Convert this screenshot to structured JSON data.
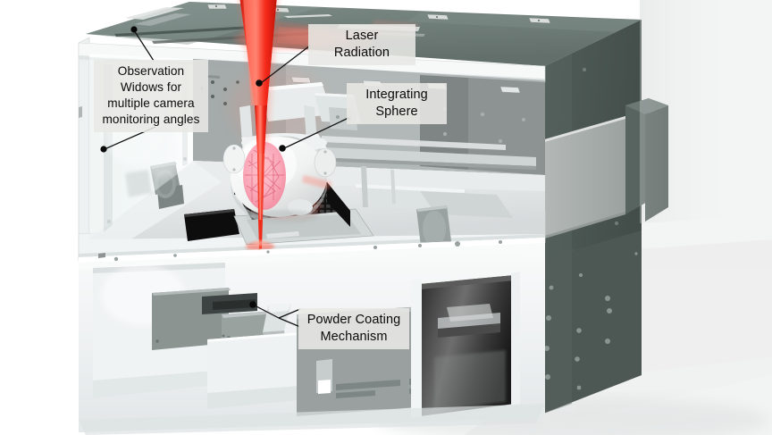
{
  "figure": {
    "kind": "cad-rendering",
    "subject": "Laser powder bed fusion additive manufacturing machine cutaway",
    "view": "isometric cutaway"
  },
  "annotations": [
    {
      "id": "observation-windows",
      "label": "Observation\nWidows for\nmultiple  camera\nmonitoring  angles",
      "dot_top": "150,33",
      "dot_bottom": "116,167"
    },
    {
      "id": "laser-radiation",
      "label": "Laser Radiation",
      "dot": "290,93"
    },
    {
      "id": "integrating-sphere",
      "label": "Integrating\nSphere",
      "dot": "316,166"
    },
    {
      "id": "powder-coating-mechanism",
      "label": "Powder Coating\nMechanism",
      "dot": "283,341"
    }
  ],
  "colors": {
    "background": "#ffffff",
    "top_panel": "#6d7c78",
    "side_panel_dark": "#4a5551",
    "side_panel_mid": "#5b6763",
    "frame_white": "#f2f3f3",
    "frame_shadow": "#d7dadb",
    "interior_grey": "#b9bebd",
    "interior_light": "#e3e6e6",
    "laser_red": "#f22a1c",
    "laser_glow": "#ff6a5a",
    "sphere_white": "#fbfbfb",
    "mesh_pink": "#f58aa0",
    "grid_black": "#161616",
    "callout_bg": "#e8e8e5",
    "callout_text": "#0a0a0a",
    "leader_line": "#111111"
  }
}
